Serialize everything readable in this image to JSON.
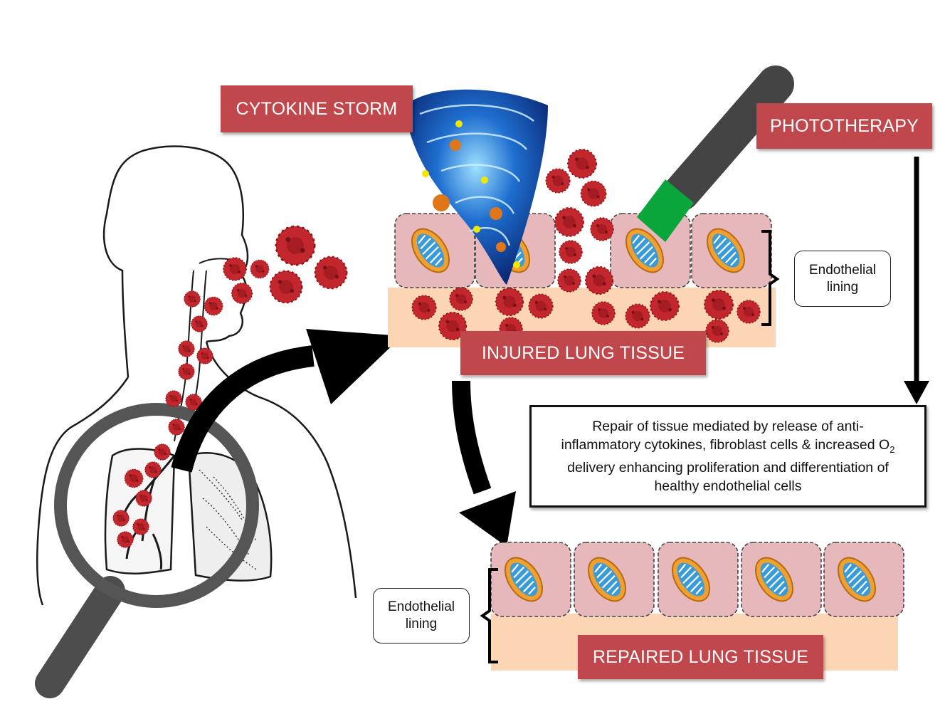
{
  "labels": {
    "cytokine_storm": "CYTOKINE STORM",
    "phototherapy": "PHOTOTHERAPY",
    "injured_lung_tissue": "INJURED LUNG TISSUE",
    "repaired_lung_tissue": "REPAIRED LUNG TISSUE"
  },
  "endothelial_top": {
    "line1": "Endothelial",
    "line2": "lining"
  },
  "endothelial_bottom": {
    "line1": "Endothelial",
    "line2": "lining"
  },
  "repair_note": {
    "line1": "Repair of tissue mediated by release of anti-",
    "line2_pre": "inflammatory cytokines, fibroblast cells & increased O",
    "line2_sub": "2",
    "line3": "delivery enhancing proliferation and differentiation of",
    "line4": "healthy endothelial cells"
  },
  "colors": {
    "label_red": "#c0474c",
    "virus_red": "#c1272d",
    "cell_pink": "#e6b8bc",
    "tissue_peach": "#fcd5b4",
    "mito_orange": "#f0a030",
    "mito_blue": "#3a9bd9",
    "laser_green": "#0aa63c"
  }
}
